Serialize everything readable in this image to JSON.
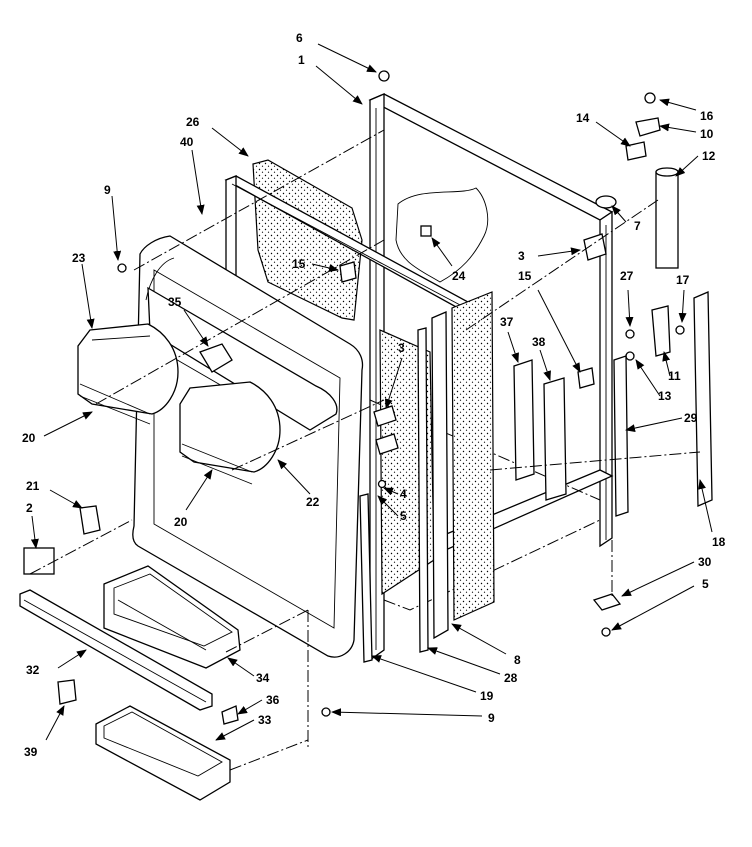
{
  "diagram": {
    "callouts": [
      {
        "id": "c6",
        "text": "6"
      },
      {
        "id": "c1",
        "text": "1"
      },
      {
        "id": "c26",
        "text": "26"
      },
      {
        "id": "c40",
        "text": "40"
      },
      {
        "id": "c9a",
        "text": "9"
      },
      {
        "id": "c23",
        "text": "23"
      },
      {
        "id": "c15a",
        "text": "15"
      },
      {
        "id": "c24",
        "text": "24"
      },
      {
        "id": "c35",
        "text": "35"
      },
      {
        "id": "c3a",
        "text": "3"
      },
      {
        "id": "c14",
        "text": "14"
      },
      {
        "id": "c16",
        "text": "16"
      },
      {
        "id": "c10",
        "text": "10"
      },
      {
        "id": "c12",
        "text": "12"
      },
      {
        "id": "c7",
        "text": "7"
      },
      {
        "id": "c3b",
        "text": "3"
      },
      {
        "id": "c15b",
        "text": "15"
      },
      {
        "id": "c27",
        "text": "27"
      },
      {
        "id": "c17",
        "text": "17"
      },
      {
        "id": "c37",
        "text": "37"
      },
      {
        "id": "c38",
        "text": "38"
      },
      {
        "id": "c11",
        "text": "11"
      },
      {
        "id": "c13",
        "text": "13"
      },
      {
        "id": "c29",
        "text": "29"
      },
      {
        "id": "c20a",
        "text": "20"
      },
      {
        "id": "c22",
        "text": "22"
      },
      {
        "id": "c4",
        "text": "4"
      },
      {
        "id": "c5a",
        "text": "5"
      },
      {
        "id": "c21",
        "text": "21"
      },
      {
        "id": "c20b",
        "text": "20"
      },
      {
        "id": "c2",
        "text": "2"
      },
      {
        "id": "c18",
        "text": "18"
      },
      {
        "id": "c30",
        "text": "30"
      },
      {
        "id": "c5b",
        "text": "5"
      },
      {
        "id": "c8",
        "text": "8"
      },
      {
        "id": "c32",
        "text": "32"
      },
      {
        "id": "c34",
        "text": "34"
      },
      {
        "id": "c28",
        "text": "28"
      },
      {
        "id": "c19",
        "text": "19"
      },
      {
        "id": "c36",
        "text": "36"
      },
      {
        "id": "c33",
        "text": "33"
      },
      {
        "id": "c9b",
        "text": "9"
      },
      {
        "id": "c39",
        "text": "39"
      }
    ]
  }
}
